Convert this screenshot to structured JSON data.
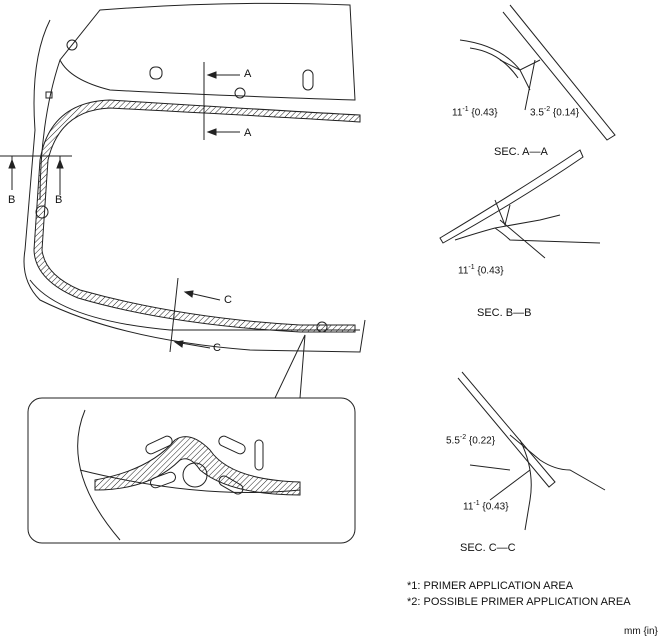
{
  "main_view": {
    "labels": {
      "a1": "A",
      "a2": "A",
      "b1": "B",
      "b2": "B",
      "c1": "C",
      "c2": "C"
    }
  },
  "sections": [
    {
      "title": "SEC. A—A",
      "dims": [
        {
          "base": "11",
          "tol": "-1",
          "inch": "{0.43}"
        },
        {
          "base": "3.5",
          "tol": "-2",
          "inch": "{0.14}"
        }
      ]
    },
    {
      "title": "SEC. B—B",
      "dims": [
        {
          "base": "11",
          "tol": "-1",
          "inch": "{0.43}"
        }
      ]
    },
    {
      "title": "SEC. C—C",
      "dims": [
        {
          "base": "5.5",
          "tol": "-2",
          "inch": "{0.22}"
        },
        {
          "base": "11",
          "tol": "-1",
          "inch": "{0.43}"
        }
      ]
    }
  ],
  "notes": [
    "*1:  PRIMER APPLICATION AREA",
    "*2:  POSSIBLE PRIMER APPLICATION AREA"
  ],
  "units": "mm {in}"
}
